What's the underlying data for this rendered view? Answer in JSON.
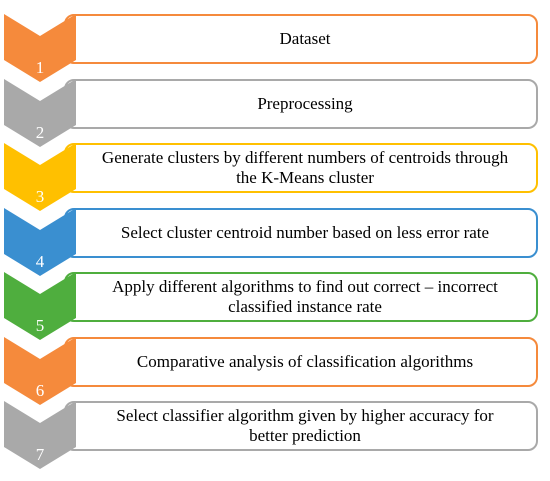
{
  "steps": [
    {
      "number": "1",
      "text": "Dataset",
      "color": "#F58A3C"
    },
    {
      "number": "2",
      "text": "Preprocessing",
      "color": "#A9A9A9"
    },
    {
      "number": "3",
      "text": "Generate clusters by different numbers of centroids through the K-Means cluster",
      "color": "#FFC000"
    },
    {
      "number": "4",
      "text": "Select cluster centroid number based on less error rate",
      "color": "#3A8FD0"
    },
    {
      "number": "5",
      "text": "Apply different algorithms to find out correct – incorrect classified instance rate",
      "color": "#4FAE3E"
    },
    {
      "number": "6",
      "text": "Comparative analysis of classification algorithms",
      "color": "#F58A3C"
    },
    {
      "number": "7",
      "text": "Select classifier algorithm given by higher accuracy for better prediction",
      "color": "#A9A9A9"
    }
  ]
}
